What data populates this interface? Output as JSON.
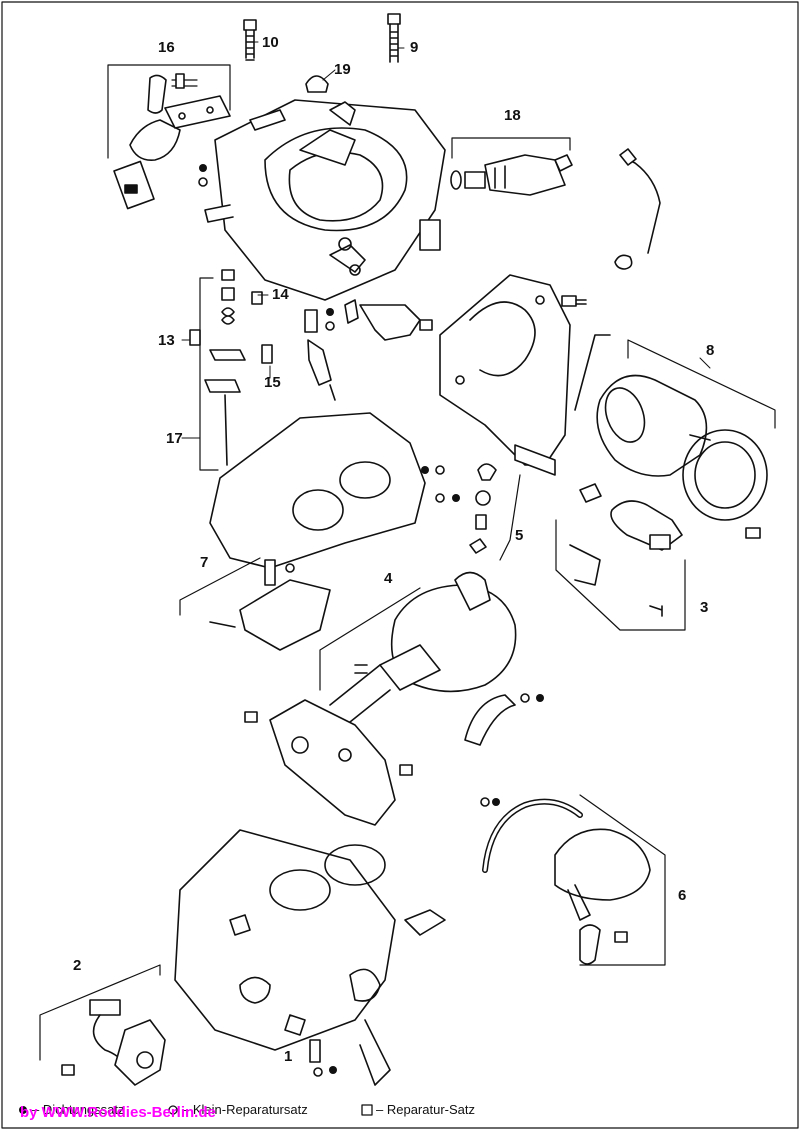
{
  "callouts": [
    {
      "id": "c16",
      "text": "16"
    },
    {
      "id": "c10",
      "text": "10"
    },
    {
      "id": "c9",
      "text": "9"
    },
    {
      "id": "c19",
      "text": "19"
    },
    {
      "id": "c18",
      "text": "18"
    },
    {
      "id": "c14",
      "text": "14"
    },
    {
      "id": "c13",
      "text": "13"
    },
    {
      "id": "c15",
      "text": "15"
    },
    {
      "id": "c8",
      "text": "8"
    },
    {
      "id": "c17",
      "text": "17"
    },
    {
      "id": "c5",
      "text": "5"
    },
    {
      "id": "c7",
      "text": "7"
    },
    {
      "id": "c4",
      "text": "4"
    },
    {
      "id": "c3",
      "text": "3"
    },
    {
      "id": "c6",
      "text": "6"
    },
    {
      "id": "c2",
      "text": "2"
    },
    {
      "id": "c1",
      "text": "1"
    }
  ],
  "legend": {
    "filled_label": "– Dichtungssatz",
    "open_label": "– Klein-Reparatursatz",
    "square_label": "– Reparatur-Satz"
  },
  "watermark": "by  WWW.Roddies-Berlin.de",
  "colors": {
    "line": "#111111",
    "watermark": "#ff00ff",
    "background": "#ffffff"
  }
}
